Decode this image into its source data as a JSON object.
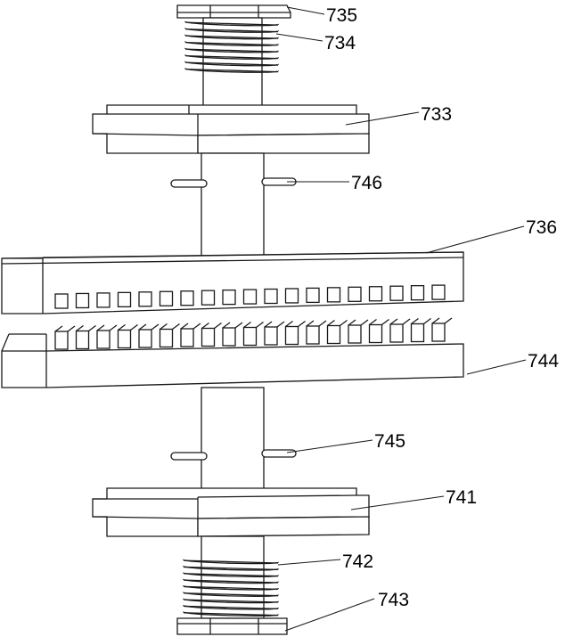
{
  "labels": {
    "l735": "735",
    "l734": "734",
    "l733": "733",
    "l746": "746",
    "l736": "736",
    "l744": "744",
    "l745": "745",
    "l741": "741",
    "l742": "742",
    "l743": "743"
  }
}
